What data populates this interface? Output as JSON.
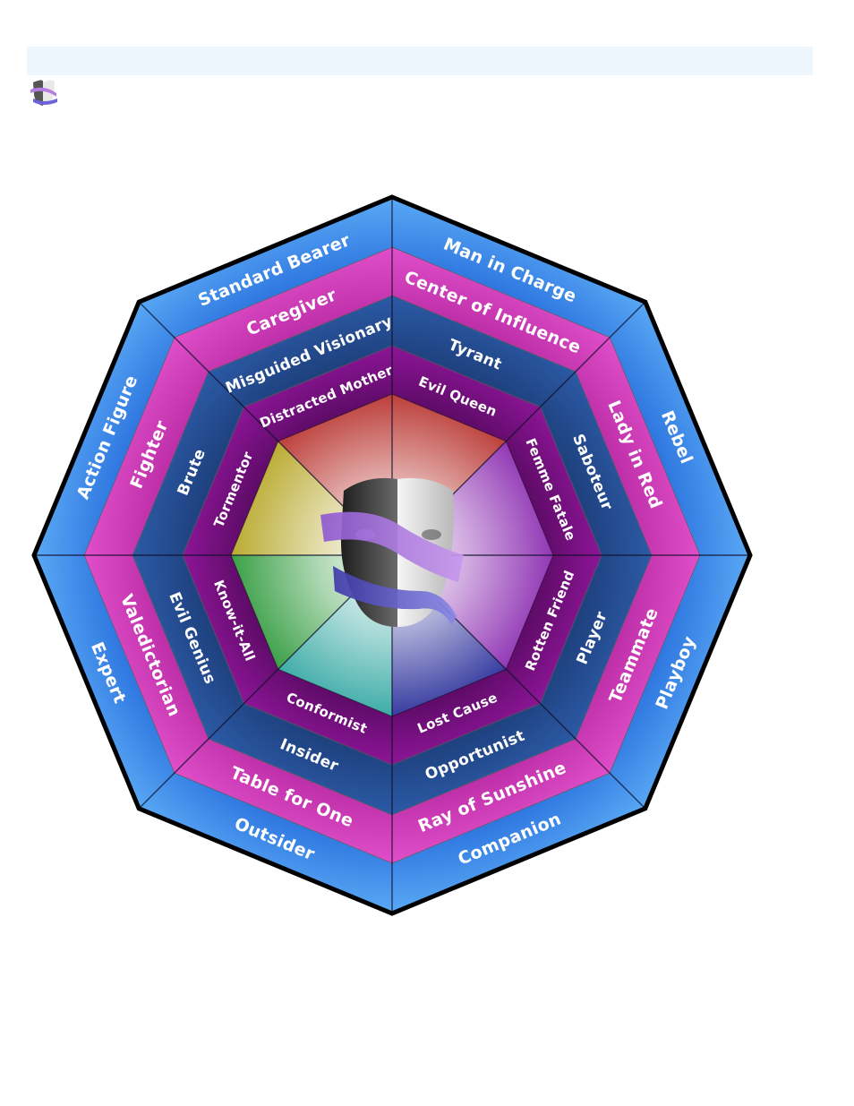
{
  "icons": {
    "app": "theater-masks-icon",
    "center": "theater-masks-icon"
  },
  "colors": {
    "outer_ring": "#2f86f0",
    "ring_2": "#cc2fb4",
    "ring_3": "#1c3f7d",
    "ring_4": "#6a0a74",
    "outline": "#000000",
    "center_red": "#b8332e",
    "center_yellow": "#b6a626",
    "center_green": "#2f9a3c",
    "center_cyan": "#32a7a2",
    "center_blue": "#2a2f9a",
    "center_purple": "#8a2ab0"
  },
  "rings": [
    {
      "id": "outer",
      "labels": [
        "Man in Charge",
        "Rebel",
        "Playboy",
        "Companion",
        "Outsider",
        "Expert",
        "Action Figure",
        "Standard Bearer"
      ]
    },
    {
      "id": "second",
      "labels": [
        "Center of Influence",
        "Lady in Red",
        "Teammate",
        "Ray of Sunshine",
        "Table for One",
        "Valedictorian",
        "Fighter",
        "Caregiver"
      ]
    },
    {
      "id": "third",
      "labels": [
        "Tyrant",
        "Saboteur",
        "Player",
        "Opportunist",
        "Insider",
        "Evil Genius",
        "Brute",
        "Misguided Visionary"
      ]
    },
    {
      "id": "inner",
      "labels": [
        "Evil Queen",
        "Femme Fatale",
        "Rotten Friend",
        "Lost Cause",
        "Conformist",
        "Know-it-All",
        "Tormentor",
        "Distracted Mother"
      ]
    }
  ]
}
